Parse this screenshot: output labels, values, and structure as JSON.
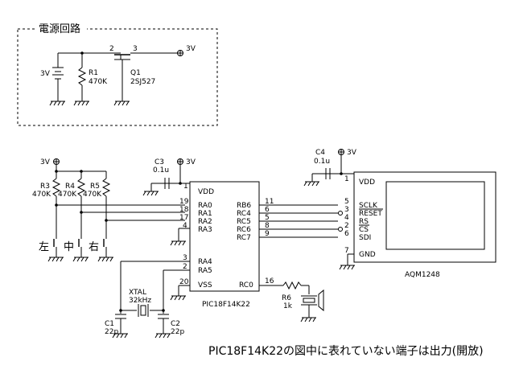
{
  "power_section": {
    "title": "電源回路",
    "battery_label": "3V",
    "output_label": "3V",
    "r1_ref": "R1",
    "r1_value": "470K",
    "q1_ref": "Q1",
    "q1_part": "2SJ527",
    "pin_gate": "2",
    "pin_source": "3"
  },
  "left_supply": {
    "vcc": "3V"
  },
  "resistors": [
    {
      "ref": "R3",
      "value": "470K"
    },
    {
      "ref": "R4",
      "value": "470K"
    },
    {
      "ref": "R5",
      "value": "470K"
    }
  ],
  "switches": [
    "左",
    "中",
    "右"
  ],
  "c3": {
    "ref": "C3",
    "value": "0.1u",
    "vcc": "3V"
  },
  "c4": {
    "ref": "C4",
    "value": "0.1u",
    "vcc": "3V"
  },
  "pic": {
    "part": "PIC18F14K22",
    "vdd": "VDD",
    "vss": "VSS",
    "vdd_pin": "1",
    "vss_pin": "20",
    "left_pins": [
      {
        "name": "RA0",
        "num": "19"
      },
      {
        "name": "RA1",
        "num": "18"
      },
      {
        "name": "RA2",
        "num": "17"
      },
      {
        "name": "RA3",
        "num": "4"
      }
    ],
    "osc_pins": [
      {
        "name": "RA4",
        "num": "3"
      },
      {
        "name": "RA5",
        "num": "2"
      }
    ],
    "right_pins": [
      {
        "name": "RB6",
        "num": "11"
      },
      {
        "name": "RC4",
        "num": "6"
      },
      {
        "name": "RC5",
        "num": "5"
      },
      {
        "name": "RC6",
        "num": "8"
      },
      {
        "name": "RC7",
        "num": "9"
      }
    ],
    "rc0_name": "RC0",
    "rc0_num": "16"
  },
  "lcd": {
    "part": "AQM1248",
    "vdd": "VDD",
    "gnd": "GND",
    "vdd_pin": "1",
    "gnd_pin": "7",
    "pins": [
      {
        "name": "SCLK",
        "num": "5"
      },
      {
        "name": "RESET",
        "num": "3"
      },
      {
        "name": "RS",
        "num": "4"
      },
      {
        "name": "CS",
        "num": "2"
      },
      {
        "name": "SDI",
        "num": "6"
      }
    ]
  },
  "xtal": {
    "ref": "XTAL",
    "value": "32kHz"
  },
  "c1": {
    "ref": "C1",
    "value": "22p"
  },
  "c2": {
    "ref": "C2",
    "value": "22p"
  },
  "r6": {
    "ref": "R6",
    "value": "1k"
  },
  "note": "PIC18F14K22の図中に表れていない端子は出力(開放)"
}
